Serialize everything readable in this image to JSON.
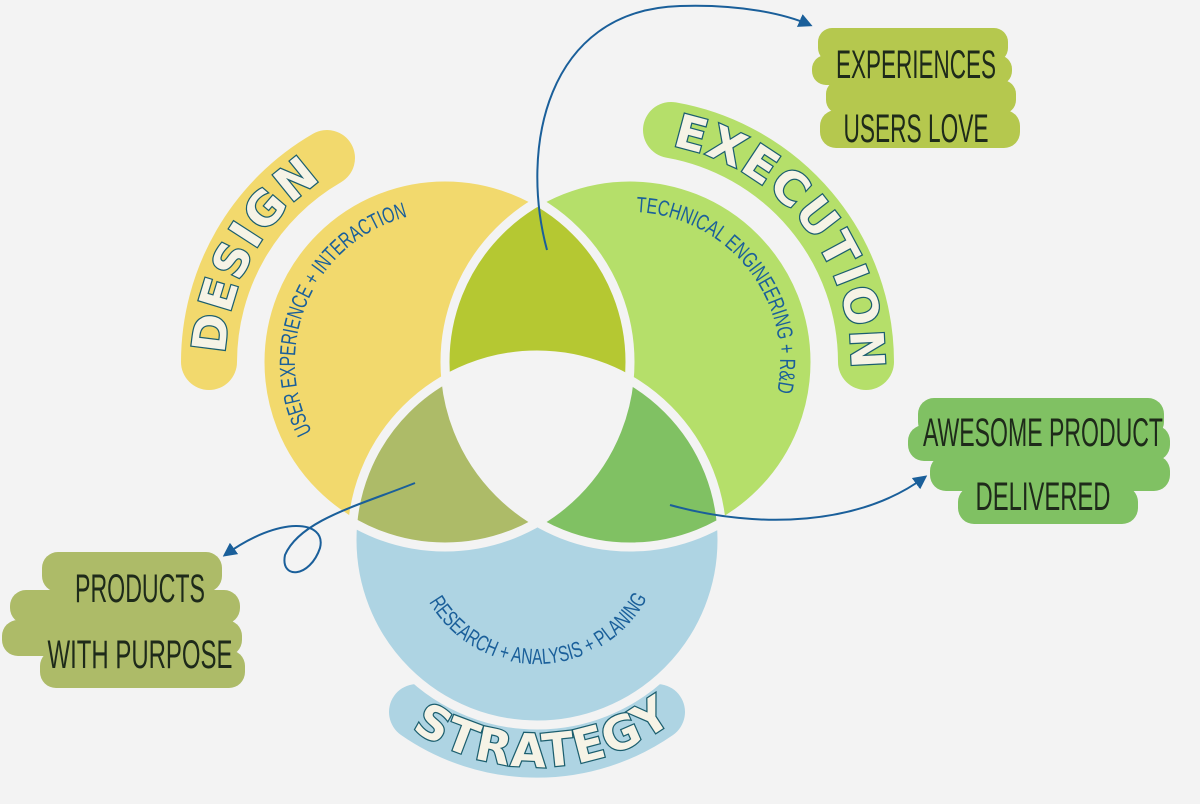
{
  "circles": {
    "design": {
      "title": "DESIGN",
      "subtitle": "USER EXPERIENCE + INTERACTION",
      "color": "#f2d96d"
    },
    "execution": {
      "title": "EXECUTION",
      "subtitle": "TECHNICAL ENGINEERING + R&D",
      "color": "#b5df6a"
    },
    "strategy": {
      "title": "STRATEGY",
      "subtitle": "RESEARCH + ANALYSIS + PLANING",
      "color": "#aed4e3"
    }
  },
  "overlaps": {
    "design_execution": "#b5c832",
    "design_strategy": "#adbb68",
    "execution_strategy": "#80c163"
  },
  "callouts": {
    "experiences": {
      "lines": [
        "EXPERIENCES",
        "USERS LOVE"
      ],
      "color": "#b5c84e"
    },
    "awesome": {
      "lines": [
        "AWESOME PRODUCT",
        "DELIVERED"
      ],
      "color": "#80c163"
    },
    "products": {
      "lines": [
        "PRODUCTS",
        "WITH PURPOSE"
      ],
      "color": "#adbb68"
    }
  },
  "arrow_color": "#1a5f9a"
}
